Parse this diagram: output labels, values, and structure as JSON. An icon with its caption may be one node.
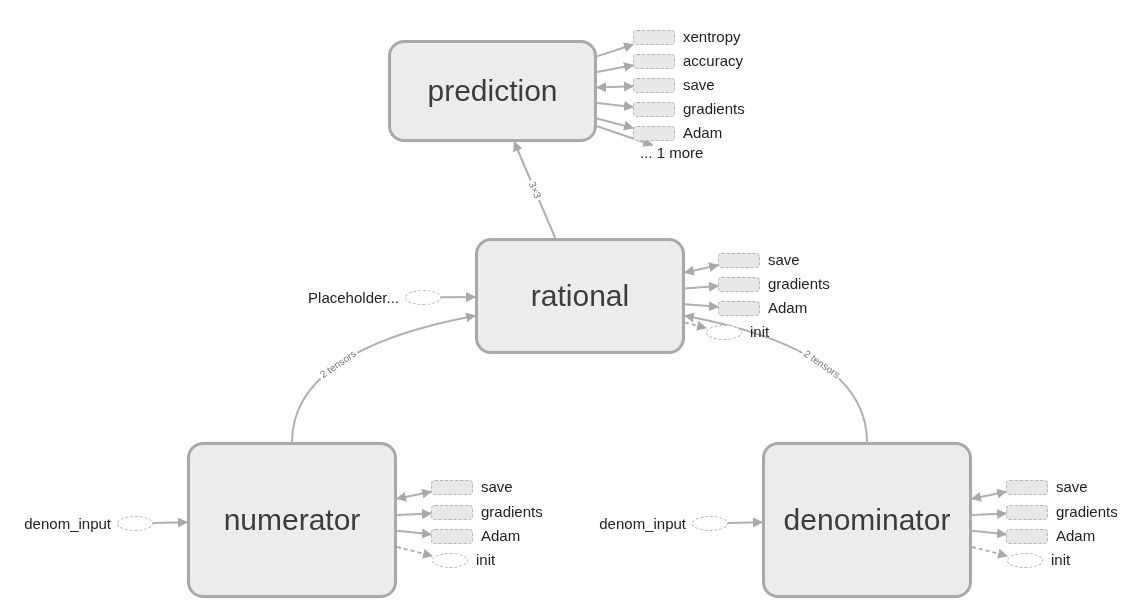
{
  "diagram": {
    "nodes": [
      {
        "text": [
          "prediction"
        ]
      },
      {
        "text": [],
        "shape": "box",
        "beside": [
          "xentropy"
        ]
      },
      {
        "text": [],
        "shape": "box",
        "beside": [
          "accuracy"
        ]
      },
      {
        "text": [],
        "shape": "box",
        "beside": [
          "save"
        ]
      },
      {
        "text": [],
        "shape": "box",
        "beside": [
          "gradients"
        ]
      },
      {
        "text": [],
        "shape": "box",
        "beside": [
          "Adam"
        ]
      },
      {
        "text": [
          "... 1 more"
        ]
      },
      {
        "text": [],
        "shape": "ellipse",
        "beside": [
          "Placeholder..."
        ]
      },
      {
        "text": [
          "rational"
        ]
      },
      {
        "text": [],
        "shape": "box",
        "beside": [
          "save"
        ]
      },
      {
        "text": [],
        "shape": "box",
        "beside": [
          "gradients"
        ]
      },
      {
        "text": [],
        "shape": "box",
        "beside": [
          "Adam"
        ]
      },
      {
        "text": [],
        "shape": "ellipse",
        "beside": [
          "init"
        ]
      },
      {
        "text": [],
        "shape": "ellipse",
        "beside": [
          "denom_input"
        ]
      },
      {
        "text": [
          "numerator"
        ]
      },
      {
        "text": [],
        "shape": "box",
        "beside": [
          "save"
        ]
      },
      {
        "text": [],
        "shape": "box",
        "beside": [
          "gradients"
        ]
      },
      {
        "text": [],
        "shape": "box",
        "beside": [
          "Adam"
        ]
      },
      {
        "text": [],
        "shape": "ellipse",
        "beside": [
          "init"
        ]
      },
      {
        "text": [],
        "shape": "ellipse",
        "beside": [
          "denom_input"
        ]
      },
      {
        "text": [
          "denominator"
        ]
      },
      {
        "text": [],
        "shape": "box",
        "beside": [
          "save"
        ]
      },
      {
        "text": [],
        "shape": "box",
        "beside": [
          "gradients"
        ]
      },
      {
        "text": [],
        "shape": "box",
        "beside": [
          "Adam"
        ]
      },
      {
        "text": [],
        "shape": "ellipse",
        "beside": [
          "init"
        ]
      }
    ],
    "edges": [
      {
        "from": 0,
        "to": 1,
        "arrow": "to"
      },
      {
        "from": 0,
        "to": 2,
        "arrow": "to"
      },
      {
        "from": 0,
        "to": 3,
        "arrow": "both"
      },
      {
        "from": 0,
        "to": 4,
        "arrow": "to"
      },
      {
        "from": 0,
        "to": 5,
        "arrow": "to"
      },
      {
        "from": 0,
        "to": 6,
        "arrow": "to"
      },
      {
        "from": 8,
        "to": 0,
        "arrow": "to",
        "label": "3×3"
      },
      {
        "from": 7,
        "to": 8,
        "arrow": "to"
      },
      {
        "from": 8,
        "to": 9,
        "arrow": "both"
      },
      {
        "from": 8,
        "to": 10,
        "arrow": "to"
      },
      {
        "from": 8,
        "to": 11,
        "arrow": "to"
      },
      {
        "from": 8,
        "to": 12,
        "arrow": "to",
        "style": "dashed"
      },
      {
        "from": 14,
        "to": 8,
        "arrow": "to",
        "label": "2 tensors"
      },
      {
        "from": 20,
        "to": 8,
        "arrow": "to",
        "label": "2 tensors"
      },
      {
        "from": 13,
        "to": 14,
        "arrow": "to"
      },
      {
        "from": 14,
        "to": 15,
        "arrow": "both"
      },
      {
        "from": 14,
        "to": 16,
        "arrow": "to"
      },
      {
        "from": 14,
        "to": 17,
        "arrow": "to"
      },
      {
        "from": 14,
        "to": 18,
        "arrow": "to",
        "style": "dashed"
      },
      {
        "from": 19,
        "to": 20,
        "arrow": "to"
      },
      {
        "from": 20,
        "to": 21,
        "arrow": "both"
      },
      {
        "from": 20,
        "to": 22,
        "arrow": "to"
      },
      {
        "from": 20,
        "to": 23,
        "arrow": "to"
      },
      {
        "from": 20,
        "to": 24,
        "arrow": "to",
        "style": "dashed"
      }
    ]
  }
}
